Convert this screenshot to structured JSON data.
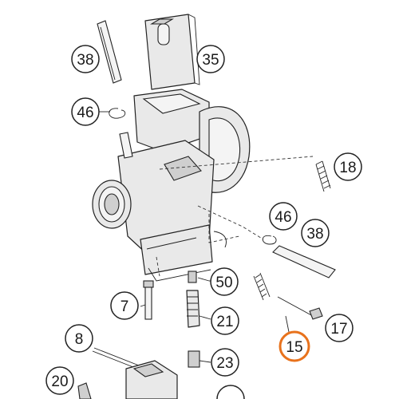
{
  "diagram": {
    "highlight_color": "#e8721c",
    "callouts": [
      {
        "id": "c38a",
        "label": "38",
        "highlighted": false
      },
      {
        "id": "c35",
        "label": "35",
        "highlighted": false
      },
      {
        "id": "c46a",
        "label": "46",
        "highlighted": false
      },
      {
        "id": "c18",
        "label": "18",
        "highlighted": false
      },
      {
        "id": "c46b",
        "label": "46",
        "highlighted": false
      },
      {
        "id": "c38b",
        "label": "38",
        "highlighted": false
      },
      {
        "id": "c50",
        "label": "50",
        "highlighted": false
      },
      {
        "id": "c7",
        "label": "7",
        "highlighted": false
      },
      {
        "id": "c21",
        "label": "21",
        "highlighted": false
      },
      {
        "id": "c17",
        "label": "17",
        "highlighted": false
      },
      {
        "id": "c8",
        "label": "8",
        "highlighted": false
      },
      {
        "id": "c15",
        "label": "15",
        "highlighted": true
      },
      {
        "id": "c23",
        "label": "23",
        "highlighted": false
      },
      {
        "id": "c20",
        "label": "20",
        "highlighted": false
      }
    ]
  }
}
